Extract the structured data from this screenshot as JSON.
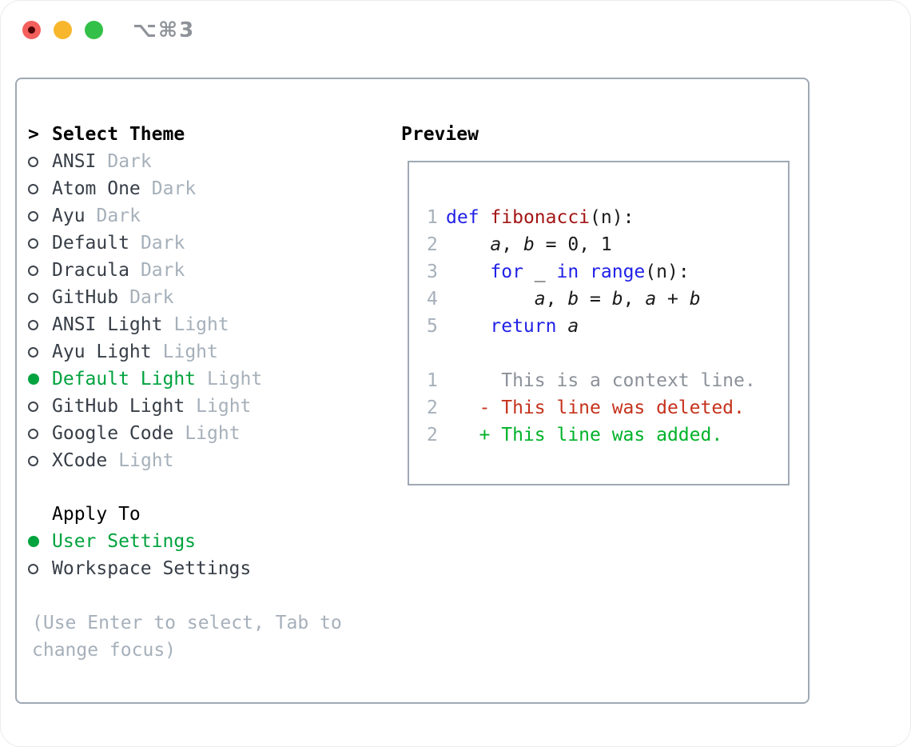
{
  "window": {
    "title": "⌥⌘3"
  },
  "colors": {
    "accent_green": "#00a33e",
    "added_green": "#00b22a",
    "deleted_red": "#c5321c",
    "keyword_blue": "#2121e8",
    "function_red": "#a31515",
    "muted_gray": "#a6b0ba",
    "context_gray": "#8b9199",
    "text_dark": "#373e47",
    "border_gray": "#9fa9b4",
    "traffic_red": "#f4605c",
    "traffic_red_dot": "#4e0503",
    "traffic_yellow": "#f8b62c",
    "traffic_green": "#33c048",
    "title_gray": "#8e9299"
  },
  "theme_selector": {
    "header_prefix": ">",
    "header": "Select Theme",
    "items": [
      {
        "name": "ANSI",
        "variant": "Dark",
        "selected": false
      },
      {
        "name": "Atom One",
        "variant": "Dark",
        "selected": false
      },
      {
        "name": "Ayu",
        "variant": "Dark",
        "selected": false
      },
      {
        "name": "Default",
        "variant": "Dark",
        "selected": false
      },
      {
        "name": "Dracula",
        "variant": "Dark",
        "selected": false
      },
      {
        "name": "GitHub",
        "variant": "Dark",
        "selected": false
      },
      {
        "name": "ANSI Light",
        "variant": "Light",
        "selected": false
      },
      {
        "name": "Ayu Light",
        "variant": "Light",
        "selected": false
      },
      {
        "name": "Default Light",
        "variant": "Light",
        "selected": true
      },
      {
        "name": "GitHub Light",
        "variant": "Light",
        "selected": false
      },
      {
        "name": "Google Code",
        "variant": "Light",
        "selected": false
      },
      {
        "name": "XCode",
        "variant": "Light",
        "selected": false
      }
    ]
  },
  "apply_to": {
    "header": "Apply To",
    "options": [
      {
        "label": "User Settings",
        "selected": true
      },
      {
        "label": "Workspace Settings",
        "selected": false
      }
    ]
  },
  "hint": "(Use Enter to select, Tab to change focus)",
  "preview": {
    "header": "Preview",
    "lines": [
      {
        "n": "1",
        "parts": [
          {
            "c": "kw",
            "t": "def"
          },
          {
            "c": "",
            "t": " "
          },
          {
            "c": "fn",
            "t": "fibonacci"
          },
          {
            "c": "",
            "t": "(n):"
          }
        ]
      },
      {
        "n": "2",
        "parts": [
          {
            "c": "",
            "t": "    "
          },
          {
            "c": "v",
            "t": "a"
          },
          {
            "c": "",
            "t": ", "
          },
          {
            "c": "v",
            "t": "b"
          },
          {
            "c": "",
            "t": " = 0, 1"
          }
        ]
      },
      {
        "n": "3",
        "parts": [
          {
            "c": "",
            "t": "    "
          },
          {
            "c": "kw",
            "t": "for"
          },
          {
            "c": "",
            "t": " _ "
          },
          {
            "c": "kw",
            "t": "in"
          },
          {
            "c": "",
            "t": " "
          },
          {
            "c": "kw",
            "t": "range"
          },
          {
            "c": "",
            "t": "(n):"
          }
        ]
      },
      {
        "n": "4",
        "parts": [
          {
            "c": "",
            "t": "        "
          },
          {
            "c": "v",
            "t": "a"
          },
          {
            "c": "",
            "t": ", "
          },
          {
            "c": "v",
            "t": "b"
          },
          {
            "c": "",
            "t": " = "
          },
          {
            "c": "v",
            "t": "b"
          },
          {
            "c": "",
            "t": ", "
          },
          {
            "c": "v",
            "t": "a"
          },
          {
            "c": "",
            "t": " + "
          },
          {
            "c": "v",
            "t": "b"
          }
        ]
      },
      {
        "n": "5",
        "parts": [
          {
            "c": "",
            "t": "    "
          },
          {
            "c": "kw",
            "t": "return"
          },
          {
            "c": "",
            "t": " "
          },
          {
            "c": "v",
            "t": "a"
          }
        ]
      },
      {
        "n": "",
        "parts": []
      },
      {
        "n": "1",
        "parts": [
          {
            "c": "ctx",
            "t": "     This is a context line."
          }
        ]
      },
      {
        "n": "2",
        "parts": [
          {
            "c": "del",
            "t": "   - This line was deleted."
          }
        ]
      },
      {
        "n": "2",
        "parts": [
          {
            "c": "add",
            "t": "   + This line was added."
          }
        ]
      }
    ]
  }
}
